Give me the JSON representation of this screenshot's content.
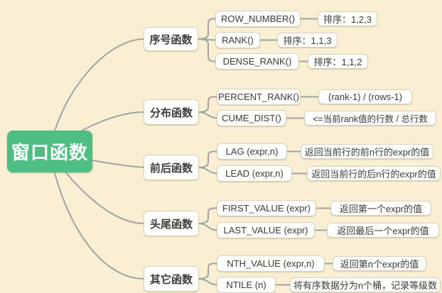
{
  "root": {
    "label": "窗口函数"
  },
  "branches": [
    {
      "label": "序号函数",
      "children": [
        {
          "func": "ROW_NUMBER()",
          "desc": "排序：1,2,3"
        },
        {
          "func": "RANK()",
          "desc": "排序：1,1,3"
        },
        {
          "func": "DENSE_RANK()",
          "desc": "排序：1,1,2"
        }
      ]
    },
    {
      "label": "分布函数",
      "children": [
        {
          "func": "PERCENT_RANK()",
          "desc": "(rank-1) / (rows-1)"
        },
        {
          "func": "CUME_DIST()",
          "desc": "<=当前rank值的行数 / 总行数"
        }
      ]
    },
    {
      "label": "前后函数",
      "children": [
        {
          "func": "LAG (expr,n)",
          "desc": "返回当前行的前n行的expr的值"
        },
        {
          "func": "LEAD (expr,n)",
          "desc": "返回当前行的后n行的expr的值"
        }
      ]
    },
    {
      "label": "头尾函数",
      "children": [
        {
          "func": "FIRST_VALUE (expr)",
          "desc": "返回第一个expr的值"
        },
        {
          "func": "LAST_VALUE (expr)",
          "desc": "返回最后一个expr的值"
        }
      ]
    },
    {
      "label": "其它函数",
      "children": [
        {
          "func": "NTH_VALUE (expr,n)",
          "desc": "返回第n个expr的值"
        },
        {
          "func": "NTILE (n)",
          "desc": "将有序数据分为n个桶，记录等级数"
        }
      ]
    }
  ],
  "colors": {
    "background": "#f9efd3",
    "root_bg": "#4dbe84",
    "root_text": "#ffffff",
    "node_bg": "#fffffc",
    "node_border": "#d8d1c2",
    "node_text": "#3b3b3b",
    "line": "#a3a3a3"
  }
}
